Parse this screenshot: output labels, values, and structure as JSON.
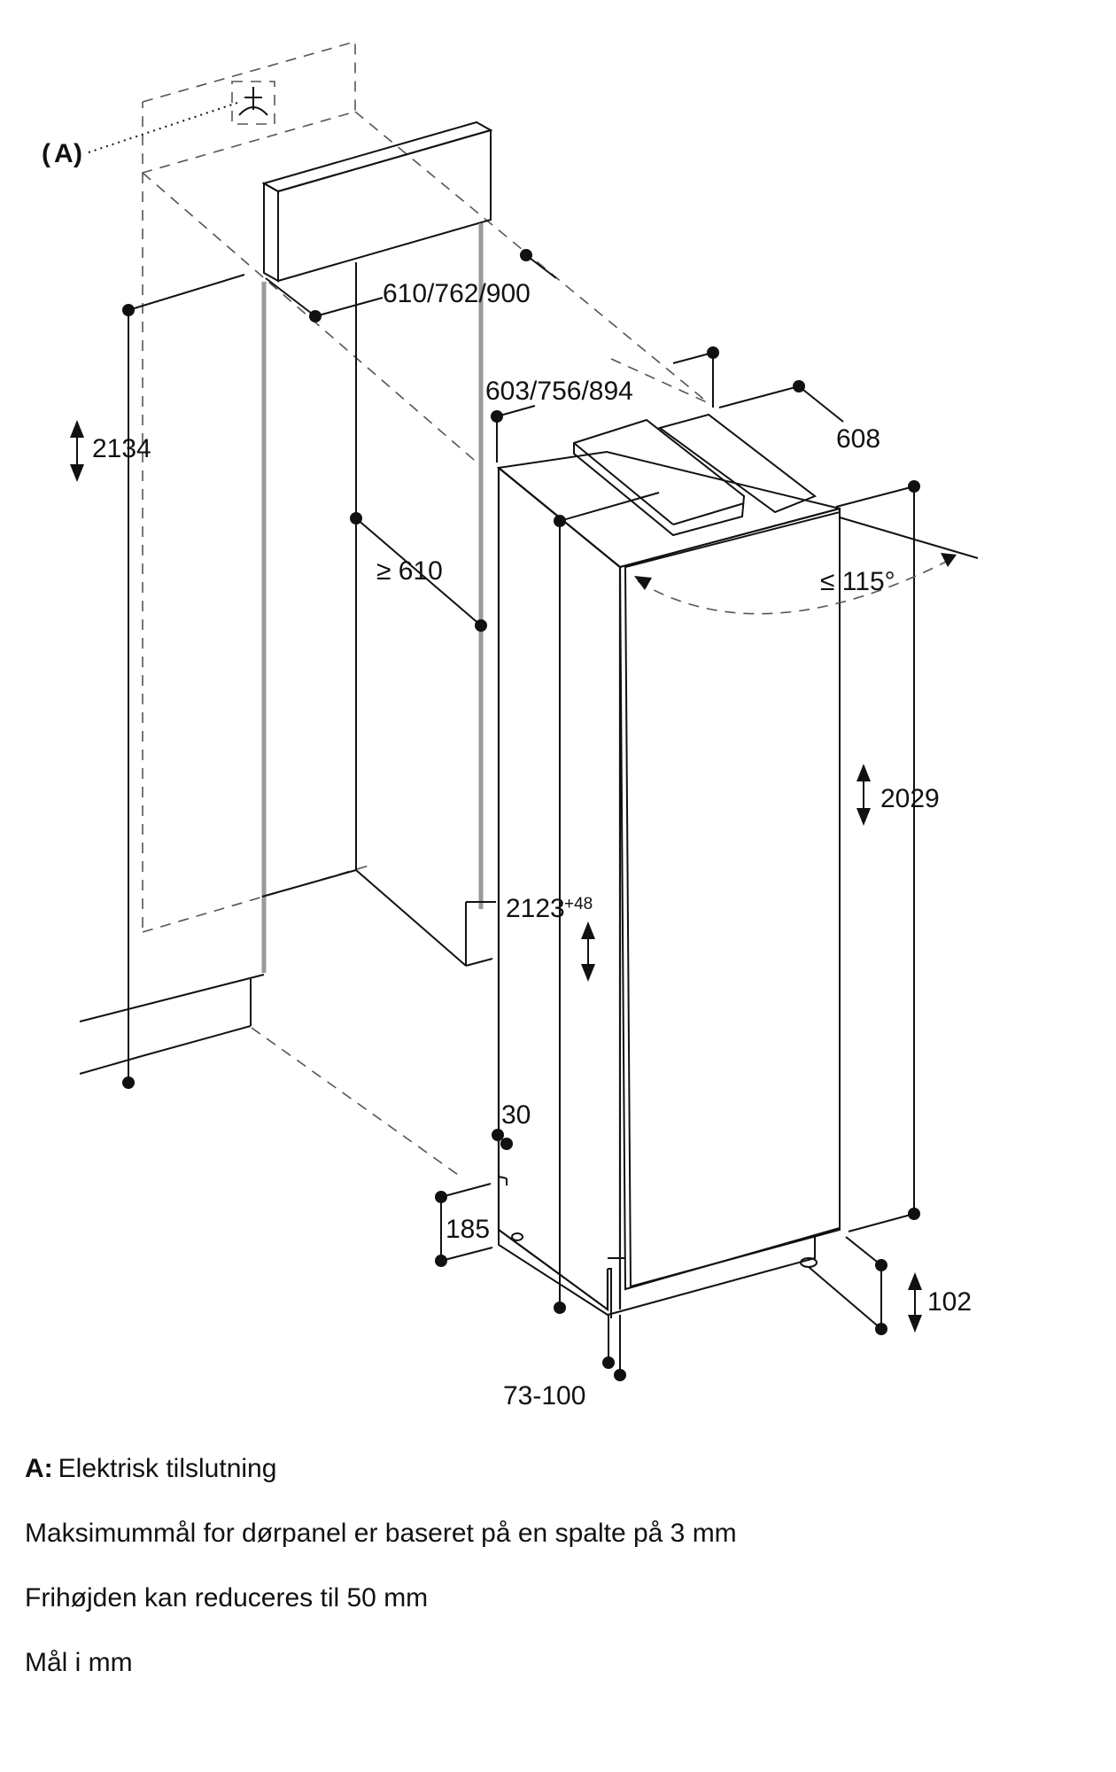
{
  "callout": {
    "letter": "A"
  },
  "dimensions": {
    "niche_width": "610/762/900",
    "niche_depth": "603/756/894",
    "niche_height": "2134",
    "door_panel_width": "608",
    "rear_gap": "≥ 610",
    "door_angle": "≤ 115°",
    "door_height": "2029",
    "appliance_height": "2123",
    "appliance_height_tolerance": "+48",
    "offset_small": "30",
    "plinth_depth": "185",
    "plinth_height": "102",
    "plinth_setback": "73-100"
  },
  "notes": [
    {
      "key": "A:",
      "text": "Elektrisk tilslutning"
    },
    {
      "key": "",
      "text": "Maksimummål for dørpanel er baseret på en spalte på 3 mm"
    },
    {
      "key": "",
      "text": "Frihøjden kan reduceres til 50 mm"
    },
    {
      "key": "",
      "text": "Mål i mm"
    }
  ],
  "icons": [
    "electrical-socket-icon",
    "double-arrow-icon",
    "curved-swing-arrow-icon"
  ]
}
